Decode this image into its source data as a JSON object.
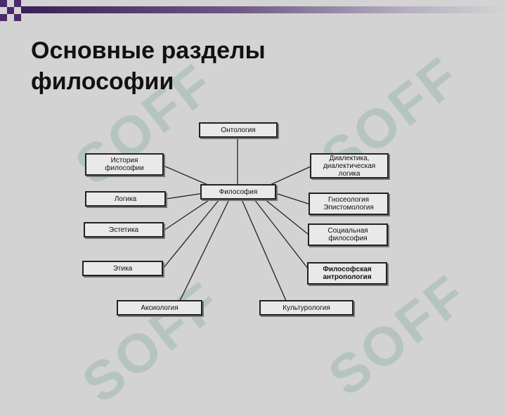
{
  "slide": {
    "title_line1": "Основные разделы",
    "title_line2": "философии"
  },
  "watermark": {
    "text": "SOFF"
  },
  "colors": {
    "background": "#d3d3d3",
    "accent": "#4b2a6b",
    "box_border": "#222222"
  },
  "diagram": {
    "center": "Философия",
    "branches": {
      "ontology": "Онтология",
      "history": "История\nфилософии",
      "logic": "Логика",
      "aesthetics": "Эстетика",
      "ethics": "Этика",
      "axiology": "Аксиология",
      "culturology": "Культурология",
      "dialectics": "Диалектика,\nдиалектическая\nлогика",
      "gnoseology": "Гносеология\nЭпистомология",
      "social": "Социальная\nфилософия",
      "anthropology": "Философская\nантропология"
    }
  }
}
